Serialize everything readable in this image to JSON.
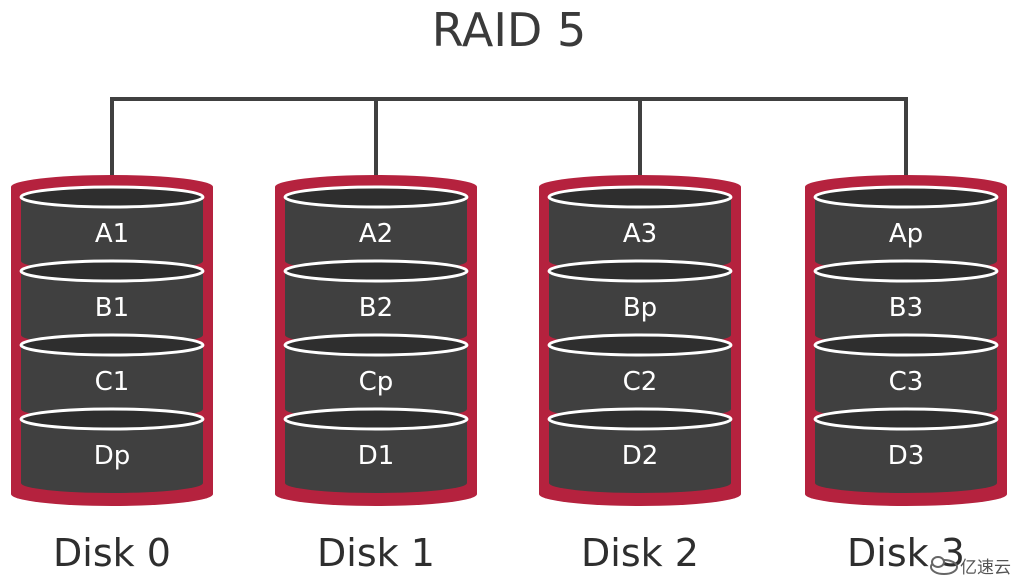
{
  "title": "RAID 5",
  "colors": {
    "disk_outer": "#B5223E",
    "block_fill": "#404040",
    "block_top": "#2E2E2E",
    "block_rim": "#FFFFFF",
    "connector": "#404040",
    "text_on_block": "#FFFFFF",
    "title_text": "#3A3A3A"
  },
  "disks": [
    {
      "label": "Disk 0",
      "blocks": [
        "A1",
        "B1",
        "C1",
        "Dp"
      ]
    },
    {
      "label": "Disk 1",
      "blocks": [
        "A2",
        "B2",
        "Cp",
        "D1"
      ]
    },
    {
      "label": "Disk 2",
      "blocks": [
        "A3",
        "Bp",
        "C2",
        "D2"
      ]
    },
    {
      "label": "Disk 3",
      "blocks": [
        "Ap",
        "B3",
        "C3",
        "D3"
      ]
    }
  ],
  "watermark": {
    "text": "亿速云",
    "icon": "cloud-logo-icon"
  }
}
